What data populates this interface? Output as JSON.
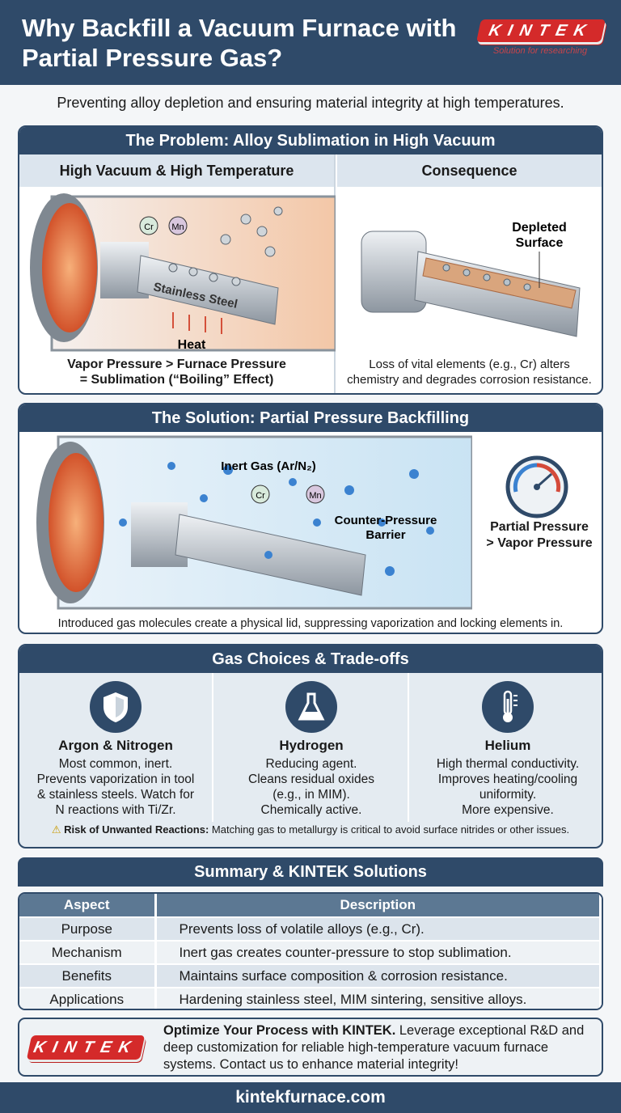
{
  "header": {
    "title": "Why Backfill a Vacuum Furnace with Partial Pressure Gas?",
    "logo_text": "KINTEK",
    "tagline": "Solution for researching"
  },
  "subtitle": "Preventing alloy depletion and ensuring material integrity at high temperatures.",
  "problem": {
    "title": "The Problem: Alloy Sublimation in High Vacuum",
    "left": {
      "heading": "High Vacuum & High Temperature",
      "labels": {
        "cr": "Cr",
        "mn": "Mn",
        "steel": "Stainless Steel",
        "heat": "Heat"
      },
      "caption_line1": "Vapor Pressure > Furnace Pressure",
      "caption_line2": "= Sublimation (“Boiling” Effect)"
    },
    "right": {
      "heading": "Consequence",
      "label_line1": "Depleted",
      "label_line2": "Surface",
      "caption_line1": "Loss of vital elements (e.g., Cr) alters",
      "caption_line2": "chemistry and degrades corrosion resistance."
    }
  },
  "solution": {
    "title": "The Solution: Partial Pressure Backfilling",
    "labels": {
      "gas": "Inert Gas (Ar/N₂)",
      "cr": "Cr",
      "mn": "Mn",
      "barrier_line1": "Counter-Pressure",
      "barrier_line2": "Barrier"
    },
    "gauge_line1": "Partial Pressure",
    "gauge_line2": "> Vapor Pressure",
    "caption": "Introduced gas molecules create a physical lid, suppressing vaporization and locking elements in."
  },
  "gases": {
    "title": "Gas Choices & Trade-offs",
    "items": [
      {
        "icon": "shield-icon",
        "name": "Argon & Nitrogen",
        "desc": [
          "Most common, inert.",
          "Prevents vaporization in tool",
          "& stainless steels. Watch for",
          "N reactions with Ti/Zr."
        ]
      },
      {
        "icon": "flask-icon",
        "name": "Hydrogen",
        "desc": [
          "Reducing agent.",
          "Cleans residual oxides",
          "(e.g., in MIM).",
          "Chemically active."
        ]
      },
      {
        "icon": "thermometer-icon",
        "name": "Helium",
        "desc": [
          "High thermal conductivity.",
          "Improves heating/cooling",
          "uniformity.",
          "More expensive."
        ]
      }
    ],
    "warning_bold": "Risk of Unwanted Reactions:",
    "warning_text": " Matching gas to metallurgy is critical to avoid surface nitrides or other issues."
  },
  "summary": {
    "title": "Summary & KINTEK Solutions",
    "headers": [
      "Aspect",
      "Description"
    ],
    "rows": [
      [
        "Purpose",
        "Prevents loss of volatile alloys (e.g., Cr)."
      ],
      [
        "Mechanism",
        "Inert gas creates counter-pressure to stop sublimation."
      ],
      [
        "Benefits",
        "Maintains surface composition & corrosion resistance."
      ],
      [
        "Applications",
        "Hardening stainless steel, MIM sintering, sensitive alloys."
      ]
    ]
  },
  "cta": {
    "logo_text": "KINTEK",
    "bold": "Optimize Your Process with KINTEK.",
    "text": " Leverage exceptional R&D and deep customization for reliable high-temperature vacuum furnace systems. Contact us to enhance material integrity!"
  },
  "footer": {
    "url": "kintekfurnace.com"
  },
  "colors": {
    "navy": "#2f4a69",
    "brand_red": "#d42a2a",
    "light_blue": "#dce5ee"
  }
}
